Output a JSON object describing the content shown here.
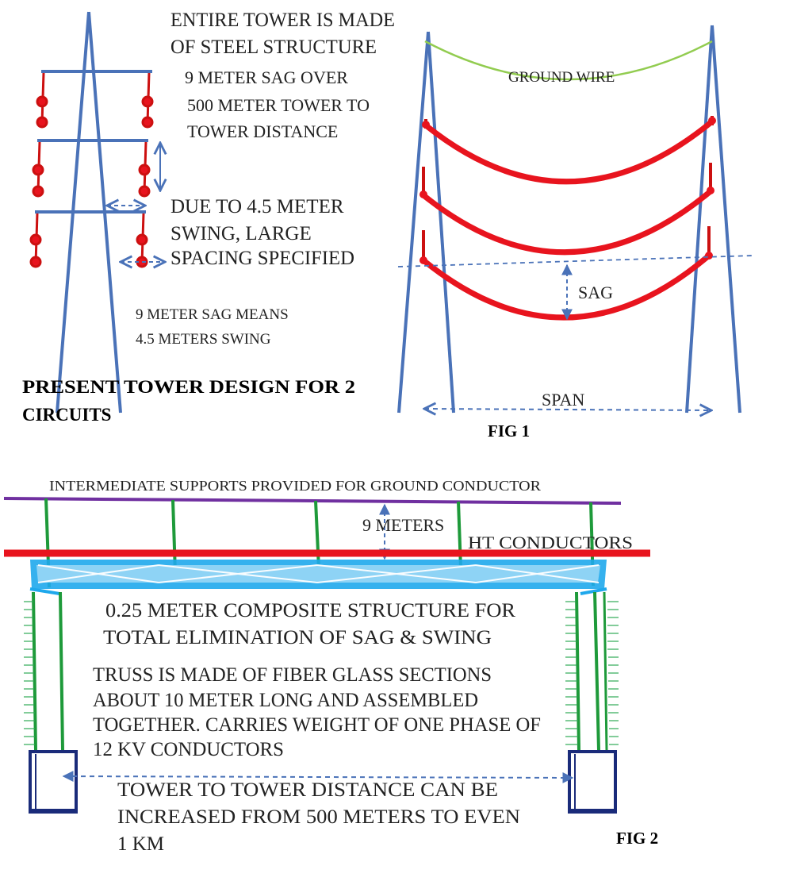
{
  "top_left": {
    "note_material": [
      "ENTIRE TOWER IS MADE",
      "OF STEEL STRUCTURE"
    ],
    "note_sag_distance": [
      "9 METER SAG OVER",
      "500 METER TOWER TO",
      "TOWER DISTANCE"
    ],
    "note_swing": [
      "DUE TO 4.5 METER",
      "SWING, LARGE",
      "SPACING SPECIFIED"
    ],
    "note_sag_means": [
      "9 METER SAG MEANS",
      "4.5 METERS SWING"
    ],
    "caption": [
      "PRESENT TOWER DESIGN FOR 2",
      "CIRCUITS"
    ]
  },
  "fig1": {
    "ground_wire_label": "GROUND WIRE",
    "sag_label": "SAG",
    "span_label": "SPAN",
    "caption": "FIG 1"
  },
  "fig2": {
    "intermediate_supports_label": "INTERMEDIATE SUPPORTS PROVIDED FOR GROUND CONDUCTOR",
    "nine_meters_label": "9 METERS",
    "ht_conductors_label": "HT CONDUCTORS",
    "composite_note": [
      "0.25 METER COMPOSITE STRUCTURE FOR",
      "TOTAL ELIMINATION OF SAG & SWING"
    ],
    "truss_note": [
      "TRUSS IS MADE OF FIBER GLASS SECTIONS",
      "ABOUT 10 METER LONG AND ASSEMBLED",
      "TOGETHER. CARRIES WEIGHT OF ONE PHASE OF",
      "12 KV CONDUCTORS"
    ],
    "distance_note": [
      "TOWER TO TOWER DISTANCE CAN BE",
      "INCREASED FROM 500 METERS TO EVEN",
      "1 KM"
    ],
    "caption": "FIG 2"
  },
  "colors": {
    "tower_blue": "#4a72b8",
    "conductor_red": "#e8141e",
    "insulator_red": "#cc1010",
    "ground_wire_green": "#92cc50",
    "purple": "#7030a0",
    "support_green": "#1e9a3a",
    "truss_cyan": "#1fa8ec",
    "foundation_navy": "#1a2b7a"
  }
}
